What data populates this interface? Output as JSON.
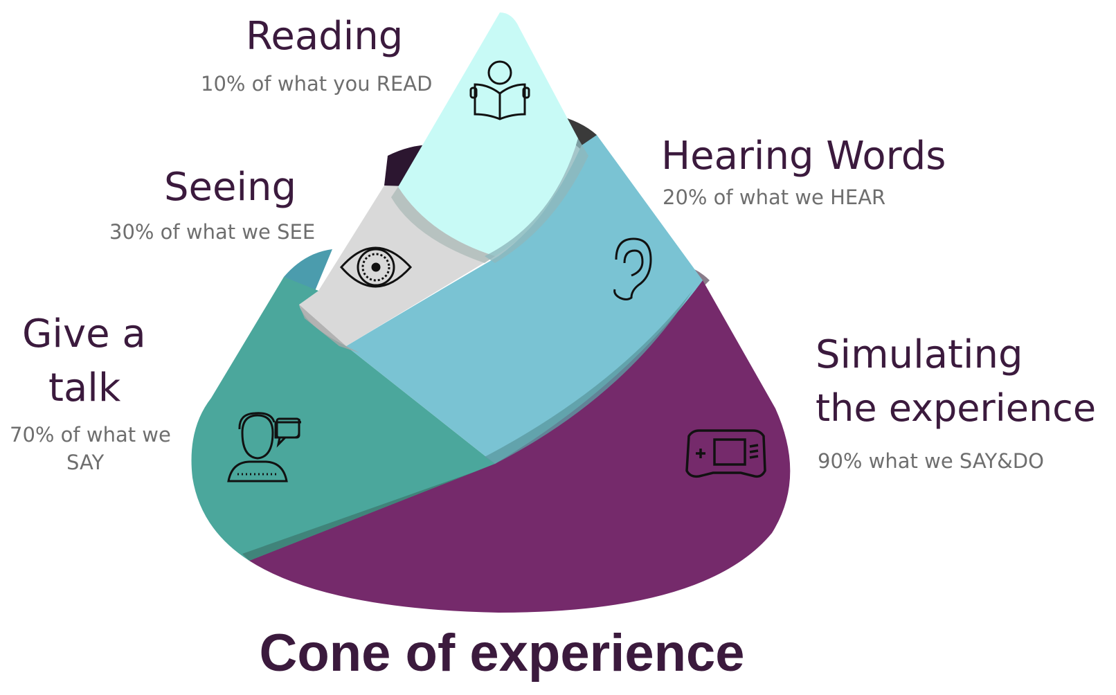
{
  "title": "Cone of experience",
  "colors": {
    "reading": "#c8faf6",
    "seeing": "#d9d9d9",
    "hearing": "#7ac3d3",
    "talk": "#4ba79c",
    "simulating": "#752a6b",
    "heading": "#3b1a3d",
    "subtext": "#6e6e6e"
  },
  "segments": [
    {
      "id": "reading",
      "title": "Reading",
      "subtitle": "10% of what you READ",
      "percent": 10,
      "icon": "open-book-reader-icon"
    },
    {
      "id": "hearing",
      "title": "Hearing Words",
      "subtitle": "20% of what we HEAR",
      "percent": 20,
      "icon": "ear-icon"
    },
    {
      "id": "seeing",
      "title": "Seeing",
      "subtitle": "30% of what we SEE",
      "percent": 30,
      "icon": "eye-icon"
    },
    {
      "id": "talk",
      "title_line1": "Give a",
      "title_line2": "talk",
      "subtitle_line1": "70% of what we",
      "subtitle_line2": "SAY",
      "percent": 70,
      "icon": "speaker-person-icon"
    },
    {
      "id": "simulating",
      "title_line1": "Simulating",
      "title_line2": "the experience",
      "subtitle": "90% what we SAY&DO",
      "percent": 90,
      "icon": "game-console-icon"
    }
  ]
}
